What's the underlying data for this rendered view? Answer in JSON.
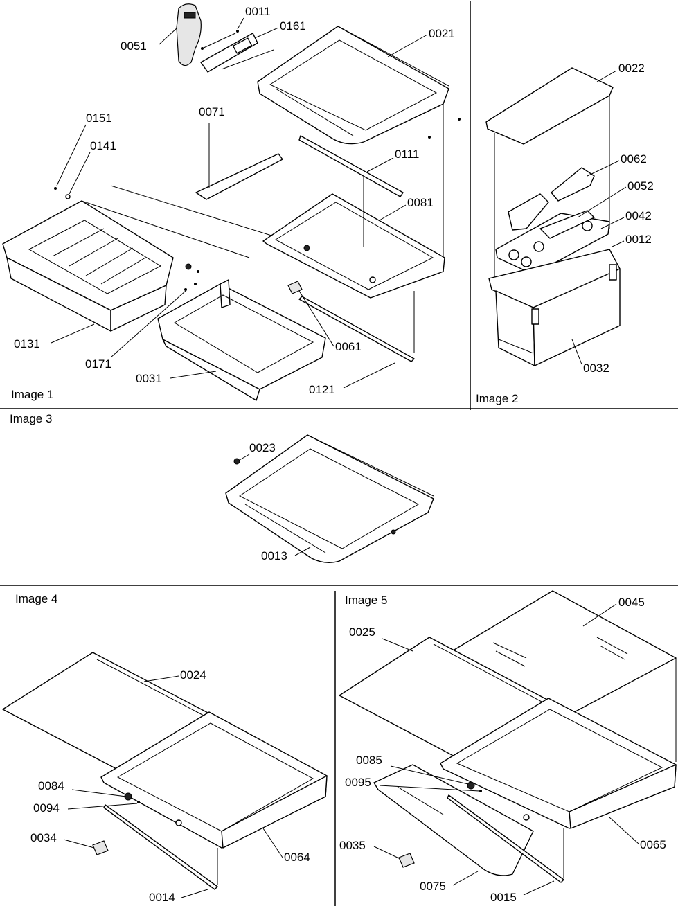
{
  "panels": {
    "image1": "Image 1",
    "image2": "Image 2",
    "image3": "Image 3",
    "image4": "Image 4",
    "image5": "Image 5"
  },
  "callouts": {
    "p0011": "0011",
    "p0051": "0051",
    "p0161": "0161",
    "p0021": "0021",
    "p0071": "0071",
    "p0151": "0151",
    "p0141": "0141",
    "p0111": "0111",
    "p0081": "0081",
    "p0131": "0131",
    "p0171": "0171",
    "p0031": "0031",
    "p0061": "0061",
    "p0121": "0121",
    "p0022": "0022",
    "p0062": "0062",
    "p0052": "0052",
    "p0042": "0042",
    "p0012": "0012",
    "p0032": "0032",
    "p0023": "0023",
    "p0013": "0013",
    "p0024": "0024",
    "p0084": "0084",
    "p0094": "0094",
    "p0034": "0034",
    "p0064": "0064",
    "p0014": "0014",
    "p0025": "0025",
    "p0045": "0045",
    "p0085": "0085",
    "p0095": "0095",
    "p0035": "0035",
    "p0075": "0075",
    "p0015": "0015",
    "p0065": "0065"
  }
}
